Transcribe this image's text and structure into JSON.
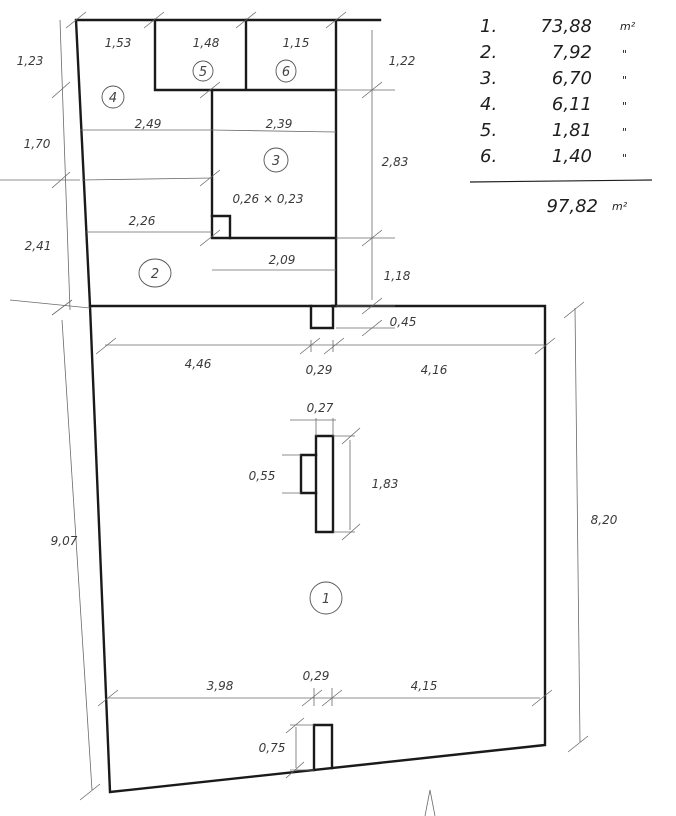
{
  "area_legend": {
    "rows": [
      {
        "index": "1.",
        "value": "73,88",
        "unit": "m²"
      },
      {
        "index": "2.",
        "value": "7,92",
        "unit": "\""
      },
      {
        "index": "3.",
        "value": "6,70",
        "unit": "\""
      },
      {
        "index": "4.",
        "value": "6,11",
        "unit": "\""
      },
      {
        "index": "5.",
        "value": "1,81",
        "unit": "\""
      },
      {
        "index": "6.",
        "value": "1,40",
        "unit": "\""
      }
    ],
    "total": {
      "value": "97,82",
      "unit": "m²"
    }
  },
  "rooms": {
    "r1": "1",
    "r2": "2",
    "r3": "3",
    "r4": "4",
    "r5": "5",
    "r6": "6"
  },
  "dimensions": {
    "top_width_r4": "1,53",
    "top_width_r5": "1,48",
    "top_width_r6": "1,15",
    "left_height_top": "1,23",
    "right_height_top": "1,22",
    "left_height_mid": "1,70",
    "width_r4": "2,49",
    "width_r3": "2,39",
    "right_height_r3": "2,83",
    "niche": "0,26 × 0,23",
    "width_r2": "2,26",
    "left_height_r2": "2,41",
    "width_bottom_r3": "2,09",
    "right_height_lower": "1,18",
    "doorway_height": "0,45",
    "upper_left_width": "4,46",
    "upper_door_width": "0,29",
    "upper_right_width": "4,16",
    "column_width": "0,27",
    "column_step": "0,55",
    "column_height": "1,83",
    "left_height_r1": "9,07",
    "right_height_r1": "8,20",
    "lower_left_width": "3,98",
    "lower_door_width": "0,29",
    "lower_right_width": "4,15",
    "lower_door_height": "0,75"
  }
}
